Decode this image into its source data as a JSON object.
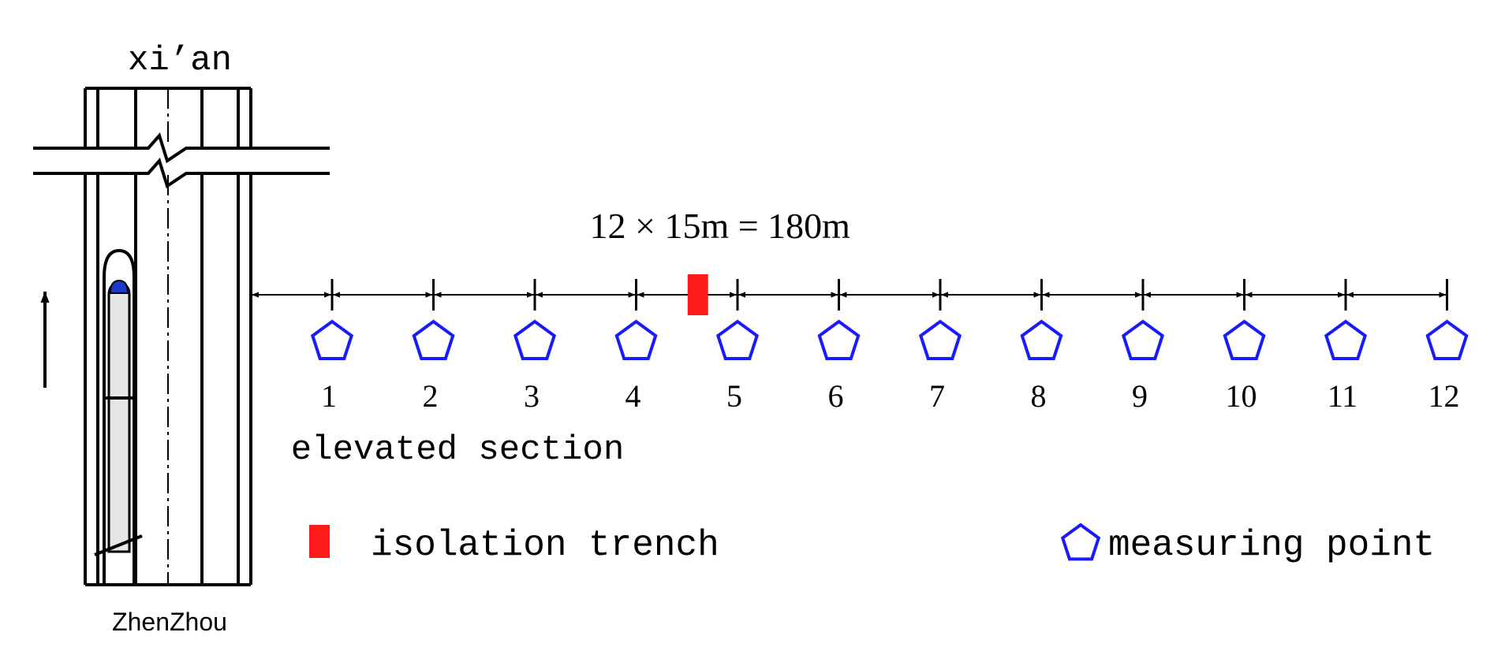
{
  "labels": {
    "top_direction": "xi’an",
    "bottom_direction": "ZhenZhou",
    "span_formula": "12 × 15m = 180m",
    "section_label": "elevated section"
  },
  "legend": {
    "trench_label": "isolation trench",
    "point_label": "measuring point"
  },
  "points": [
    {
      "label": "1"
    },
    {
      "label": "2"
    },
    {
      "label": "3"
    },
    {
      "label": "4"
    },
    {
      "label": "5"
    },
    {
      "label": "6"
    },
    {
      "label": "7"
    },
    {
      "label": "8"
    },
    {
      "label": "9"
    },
    {
      "label": "10"
    },
    {
      "label": "11"
    },
    {
      "label": "12"
    }
  ],
  "trench_between_points": [
    4,
    5
  ],
  "colors": {
    "trench": "#ff1a1a",
    "point": "#1a1aff",
    "train_cab": "#1a3acc",
    "train_body": "#e6e6e6",
    "line": "#000000"
  },
  "icons": {
    "direction": "arrow-up-icon",
    "trench": "red-rectangle-icon",
    "point": "pentagon-icon"
  }
}
